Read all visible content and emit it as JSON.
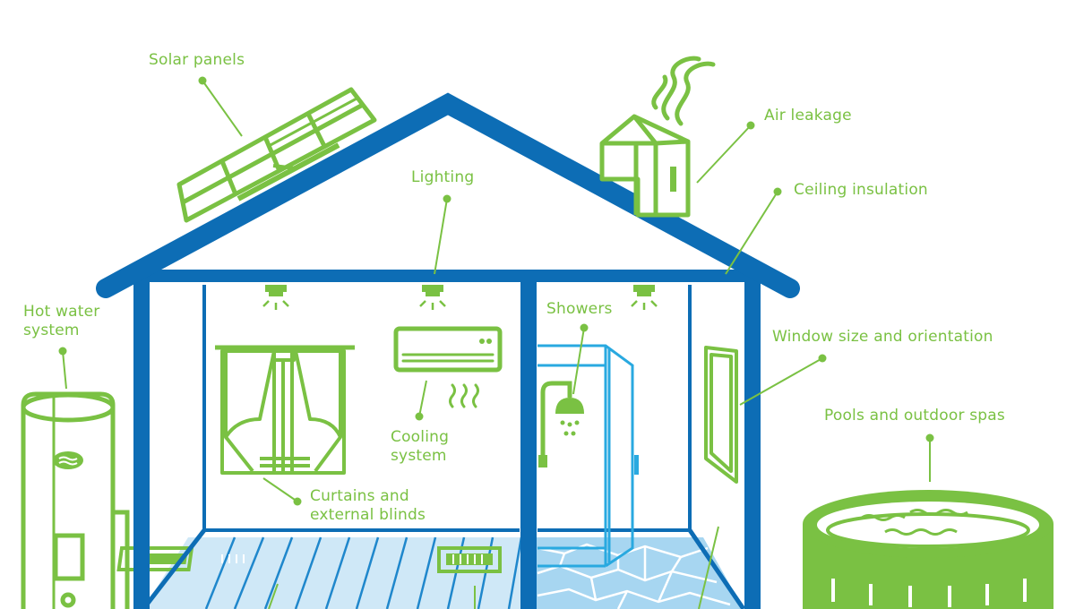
{
  "colors": {
    "green": "#7ac143",
    "dark_blue": "#0d6db5",
    "light_blue": "#29a9e0",
    "floor_blue": "#cfe8f7",
    "tile_blue": "#a7d6f1",
    "white": "#ffffff"
  },
  "labels": {
    "solar_panels": "Solar panels",
    "air_leakage": "Air leakage",
    "lighting": "Lighting",
    "ceiling_insulation": "Ceiling insulation",
    "hot_water": "Hot water\nsystem",
    "showers": "Showers",
    "window": "Window size and orientation",
    "pools": "Pools and outdoor spas",
    "cooling": "Cooling\nsystem",
    "curtains": "Curtains and\nexternal blinds"
  },
  "icons": [
    "solar-panel-icon",
    "chimney-icon",
    "smoke-icon",
    "downlight-icon",
    "air-conditioner-icon",
    "curtains-icon",
    "shower-head-icon",
    "shower-screen-icon",
    "window-icon",
    "hot-water-tank-icon",
    "spa-pool-icon",
    "floor-vent-icon"
  ]
}
